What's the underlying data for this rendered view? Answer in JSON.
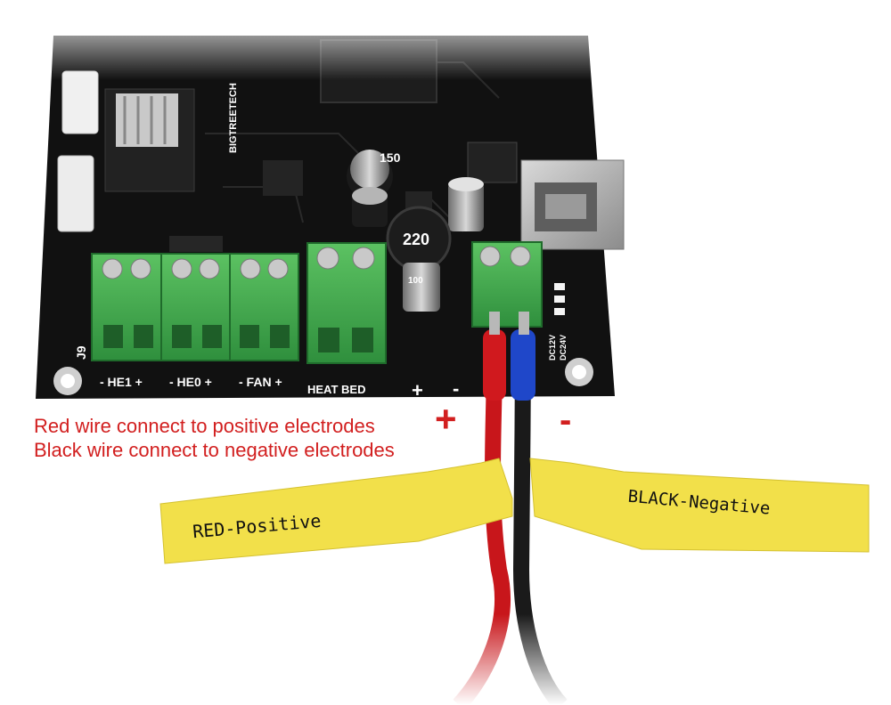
{
  "captions": {
    "red_wire": "Red wire connect to positive electrodes",
    "black_wire": "Black wire connect to negative electrodes",
    "plus_sign": "+",
    "minus_sign": "-"
  },
  "board": {
    "brand": "BIGTREETECH",
    "connector_label_he1": "- HE1 +",
    "connector_label_he0": "- HE0 +",
    "connector_label_fan": "- FAN +",
    "connector_label_bed": "HEAT BED",
    "power_plus": "+",
    "power_minus": "-",
    "voltage_12": "DC12V",
    "voltage_24": "DC24V",
    "silk_j9": "J9",
    "cap_150": "150",
    "cap_220": "220",
    "cap_100": "100"
  },
  "tags": {
    "red": "RED-Positive",
    "black": "BLACK-Negative"
  },
  "colors": {
    "board": "#111111",
    "terminal": "#3aa64a",
    "red_wire": "#c8161b",
    "black_wire": "#1a1a1a",
    "tag": "#f2e04a",
    "caption": "#d21f1f"
  }
}
